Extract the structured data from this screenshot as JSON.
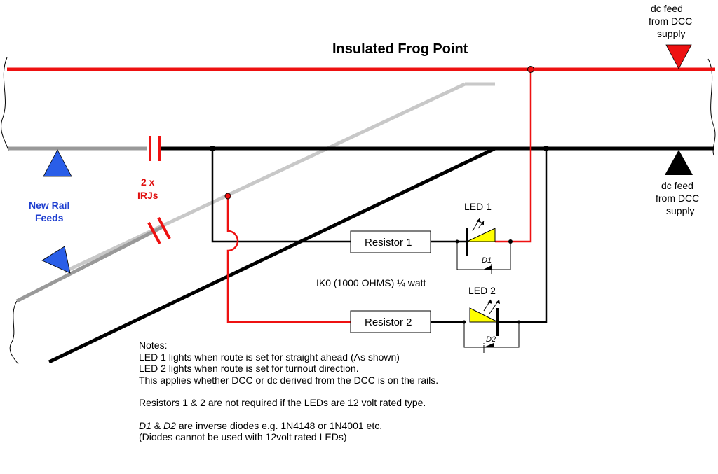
{
  "title": "Insulated Frog Point",
  "feed_top": [
    "dc feed",
    "from DCC",
    "supply"
  ],
  "feed_right": [
    "dc feed",
    "from DCC",
    "supply"
  ],
  "new_rail_feeds": [
    "New Rail",
    "Feeds"
  ],
  "irjs": [
    "2 x",
    "IRJs"
  ],
  "led1": "LED 1",
  "led2": "LED 2",
  "resistor1": "Resistor 1",
  "resistor2": "Resistor 2",
  "d1": "D1",
  "d2": "D2",
  "resistor_spec": "IK0 (1000 OHMS) ¼ watt",
  "notes": {
    "heading": "Notes:",
    "line1": "LED 1 lights when route is set for straight ahead (As shown)",
    "line2": "LED 2 lights when route is set for turnout direction.",
    "line3": "This applies whether DCC or dc derived from the DCC is on the rails.",
    "line4": "Resistors 1 & 2 are not required if the LEDs are 12 volt rated type.",
    "line5_d1": "D1",
    "line5_and": " & ",
    "line5_d2": "D2",
    "line5_rest": " are inverse diodes e.g. 1N4148 or 1N4001 etc.",
    "line6": "(Diodes cannot be used with 12volt rated LEDs)"
  },
  "colors": {
    "red_rail": "#ee1111",
    "black_rail": "#000000",
    "grey_rail": "#999999",
    "light_grey_rail": "#c8c8c8",
    "blue_feed": "#2a5ee8",
    "led_yellow": "#ffff00"
  }
}
